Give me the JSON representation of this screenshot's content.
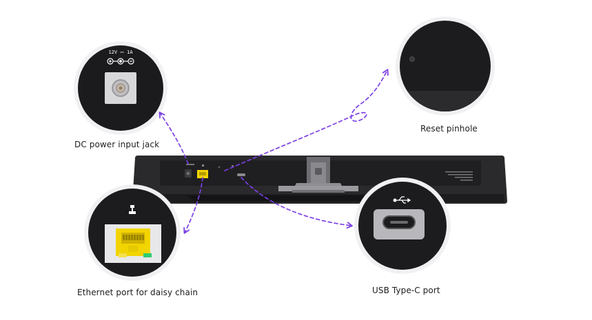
{
  "callouts": {
    "dc_power": {
      "label": "DC power input jack",
      "marking": "12V ⎓ 1A"
    },
    "reset": {
      "label": "Reset pinhole"
    },
    "ethernet": {
      "label": "Ethernet port for daisy chain"
    },
    "usb_c": {
      "label": "USB Type-C port"
    }
  },
  "colors": {
    "arrow": "#7b3fe4",
    "device_body": "#2a2a2c",
    "device_panel": "#1f1f21",
    "callout_ring": "#f1f1f3",
    "ethernet_port": "#f2d400",
    "led_green": "#2ecc71",
    "led_yellow": "#f4e04d"
  },
  "icons": [
    "dc-polarity-icon",
    "ethernet-icon",
    "usb-icon"
  ]
}
